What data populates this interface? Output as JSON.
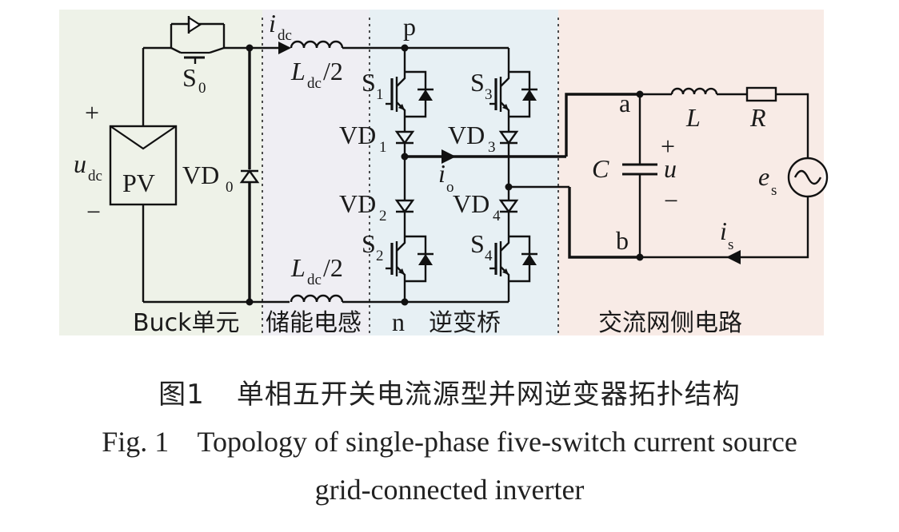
{
  "regions": {
    "buck": "Buck单元",
    "inductor": "储能电感",
    "bridge": "逆变桥",
    "ac": "交流网侧电路"
  },
  "colors": {
    "buck_bg": "#eef2e8",
    "inductor_bg": "#efeef3",
    "bridge_bg": "#e7f0f4",
    "ac_bg": "#f8ebe6"
  },
  "labels": {
    "pv": "PV",
    "u_main": "u",
    "u_sub": "dc",
    "plus": "+",
    "minus": "−",
    "s0_main": "S",
    "s0_sub": "0",
    "vd0_main": "VD",
    "vd0_sub": "0",
    "idc_main": "i",
    "idc_sub": "dc",
    "ldc_top_main": "L",
    "ldc_top_sub": "dc",
    "ldc_top_tail": "/2",
    "ldc_bot_main": "L",
    "ldc_bot_sub": "dc",
    "ldc_bot_tail": "/2",
    "node_p": "p",
    "node_n": "n",
    "s1_main": "S",
    "s1_sub": "1",
    "s2_main": "S",
    "s2_sub": "2",
    "s3_main": "S",
    "s3_sub": "3",
    "s4_main": "S",
    "s4_sub": "4",
    "vd1_main": "VD",
    "vd1_sub": "1",
    "vd2_main": "VD",
    "vd2_sub": "2",
    "vd3_main": "VD",
    "vd3_sub": "3",
    "vd4_main": "VD",
    "vd4_sub": "4",
    "io_main": "i",
    "io_sub": "o",
    "node_a": "a",
    "node_b": "b",
    "cap_c": "C",
    "cap_u": "u",
    "cap_plus": "+",
    "cap_minus": "−",
    "ind_l": "L",
    "res_r": "R",
    "es_main": "e",
    "es_sub": "s",
    "is_main": "i",
    "is_sub": "s"
  },
  "caption": {
    "zh_number": "图1",
    "zh_title": "单相五开关电流源型并网逆变器拓扑结构",
    "en_line1": "Fig. 1    Topology of single-phase five-switch current source",
    "en_line2": "grid-connected inverter"
  }
}
